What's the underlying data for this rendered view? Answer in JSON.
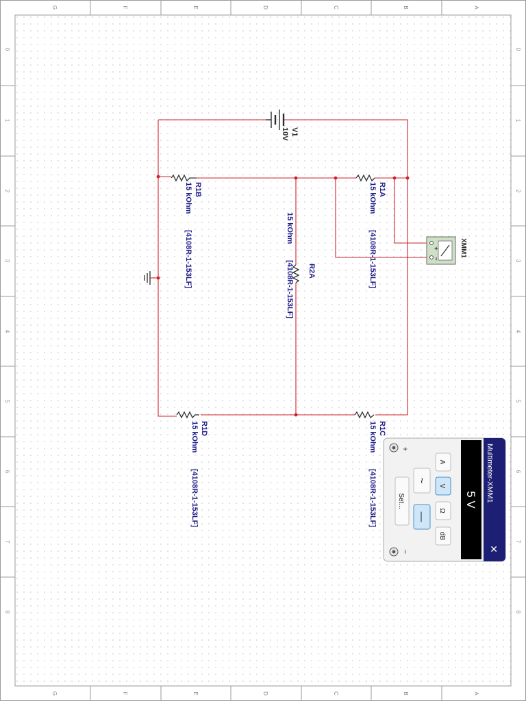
{
  "border": {
    "letters_top": [
      "G",
      "F",
      "E",
      "D",
      "C",
      "B",
      "A"
    ],
    "letters_bottom": [
      "G",
      "F",
      "E",
      "D",
      "C",
      "B",
      "A"
    ],
    "numbers_left": [
      "0",
      "1",
      "2",
      "3",
      "4",
      "5",
      "6",
      "7",
      "8"
    ],
    "numbers_right": [
      "0",
      "1",
      "2",
      "3",
      "4",
      "5",
      "6",
      "7",
      "8"
    ]
  },
  "components": {
    "v1": {
      "ref": "V1",
      "value": "10V"
    },
    "r1a": {
      "ref": "R1A",
      "value": "15 kOhm",
      "part": "[4108R-1-153LF]"
    },
    "r1b": {
      "ref": "R1B",
      "value": "15 kOhm",
      "part": "[4108R-1-153LF]"
    },
    "r1c": {
      "ref": "R1C",
      "value": "15 kOhm",
      "part": "[4108R-1-153LF]"
    },
    "r1d": {
      "ref": "R1D",
      "value": "15 kOhm",
      "part": "[4108R-1-153LF]"
    },
    "r2a": {
      "ref": "R2A",
      "value": "15 kOhm",
      "part": "[4108R-1-153LF]"
    },
    "xmm1": {
      "ref": "XMM1",
      "plus": "+",
      "minus": "−"
    }
  },
  "multimeter": {
    "title": "Multimeter-XMM1",
    "reading": "5 V",
    "buttons": {
      "amps": "A",
      "volts": "V",
      "ohms": "Ω",
      "db": "dB"
    },
    "mode_ac": "~",
    "mode_dc": "—",
    "set_label": "Set...",
    "terminal_plus": "+",
    "terminal_minus": "−",
    "close": "✕",
    "selected_function": "V",
    "selected_mode": "DC"
  },
  "colors": {
    "wire": "#d0212b",
    "component": "#2d2d2d",
    "label": "#1f1e8a",
    "dialog_header": "#1c1f73",
    "grid_dot": "#d0d0d0"
  }
}
